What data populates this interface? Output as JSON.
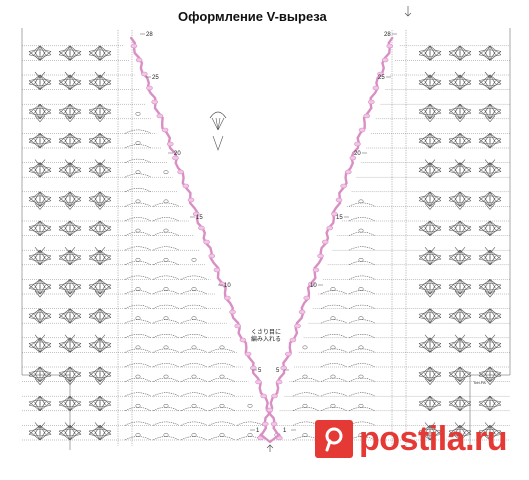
{
  "title": "Оформление V-выреза",
  "row_labels_left": [
    "28",
    "25",
    "20",
    "15",
    "10",
    "5",
    "1"
  ],
  "row_labels_right": [
    "28",
    "25",
    "20",
    "15",
    "10",
    "5",
    "1"
  ],
  "japanese_note_line1": "くさり目に",
  "japanese_note_line2": "編み入れる",
  "stamp_text": "Тип.РА",
  "watermark": "postila.ru",
  "colors": {
    "lines": "#555555",
    "edging": "#d98fc4",
    "edging_fill": "#f1c6e6",
    "background": "#ffffff",
    "watermark": "#e53935"
  }
}
